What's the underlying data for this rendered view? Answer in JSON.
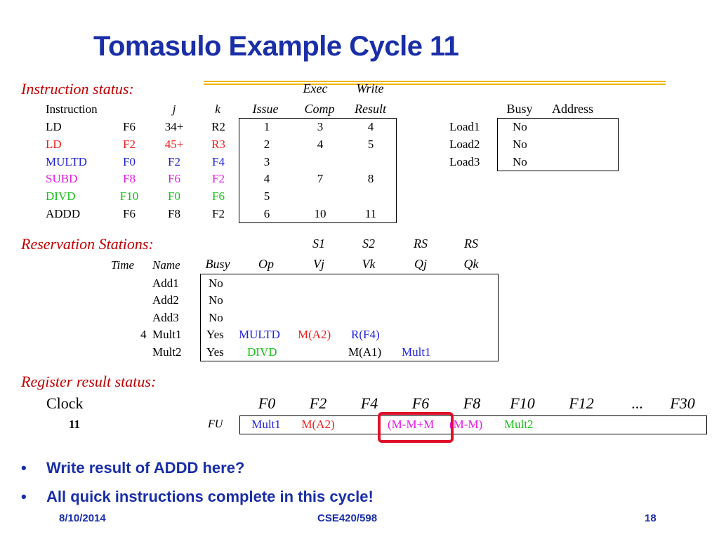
{
  "title": "Tomasulo Example Cycle 11",
  "instruction_status": {
    "heading": "Instruction status:",
    "group_exec": "Exec",
    "group_write": "Write",
    "columns": [
      "Instruction",
      "j",
      "k",
      "Issue",
      "Comp",
      "Result"
    ],
    "rows": [
      {
        "op": "LD",
        "dst": "F6",
        "j": "34+",
        "k": "R2",
        "issue": "1",
        "comp": "3",
        "result": "4",
        "color": "black"
      },
      {
        "op": "LD",
        "dst": "F2",
        "j": "45+",
        "k": "R3",
        "issue": "2",
        "comp": "4",
        "result": "5",
        "color": "red"
      },
      {
        "op": "MULTD",
        "dst": "F0",
        "j": "F2",
        "k": "F4",
        "issue": "3",
        "comp": "",
        "result": "",
        "color": "blue"
      },
      {
        "op": "SUBD",
        "dst": "F8",
        "j": "F6",
        "k": "F2",
        "issue": "4",
        "comp": "7",
        "result": "8",
        "color": "magenta"
      },
      {
        "op": "DIVD",
        "dst": "F10",
        "j": "F0",
        "k": "F6",
        "issue": "5",
        "comp": "",
        "result": "",
        "color": "green"
      },
      {
        "op": "ADDD",
        "dst": "F6",
        "j": "F8",
        "k": "F2",
        "issue": "6",
        "comp": "10",
        "result": "11",
        "color": "black"
      }
    ]
  },
  "load_buffers": {
    "columns": [
      "Busy",
      "Address"
    ],
    "rows": [
      {
        "name": "Load1",
        "busy": "No",
        "address": ""
      },
      {
        "name": "Load2",
        "busy": "No",
        "address": ""
      },
      {
        "name": "Load3",
        "busy": "No",
        "address": ""
      }
    ]
  },
  "reservation_stations": {
    "heading": "Reservation Stations:",
    "group_labels": [
      "S1",
      "S2",
      "RS",
      "RS"
    ],
    "columns": [
      "Time",
      "Name",
      "Busy",
      "Op",
      "Vj",
      "Vk",
      "Qj",
      "Qk"
    ],
    "rows": [
      {
        "time": "",
        "name": "Add1",
        "busy": "No",
        "op": "",
        "vj": "",
        "vk": "",
        "qj": "",
        "qk": ""
      },
      {
        "time": "",
        "name": "Add2",
        "busy": "No",
        "op": "",
        "vj": "",
        "vk": "",
        "qj": "",
        "qk": ""
      },
      {
        "time": "",
        "name": "Add3",
        "busy": "No",
        "op": "",
        "vj": "",
        "vk": "",
        "qj": "",
        "qk": ""
      },
      {
        "time": "4",
        "name": "Mult1",
        "busy": "Yes",
        "op": "MULTD",
        "vj": "M(A2)",
        "vk": "R(F4)",
        "qj": "",
        "qk": ""
      },
      {
        "time": "",
        "name": "Mult2",
        "busy": "Yes",
        "op": "DIVD",
        "vj": "",
        "vk": "M(A1)",
        "qj": "Mult1",
        "qk": ""
      }
    ]
  },
  "register_status": {
    "heading": "Register result status:",
    "clock_label": "Clock",
    "clock_value": "11",
    "fu_label": "FU",
    "registers": [
      "F0",
      "F2",
      "F4",
      "F6",
      "F8",
      "F10",
      "F12",
      "...",
      "F30"
    ],
    "values": [
      "Mult1",
      "M(A2)",
      "",
      "(M-M+M",
      "(M-M)",
      "Mult2",
      "",
      "",
      ""
    ]
  },
  "bullets": [
    "Write result of ADDD here?",
    "All quick instructions complete in this cycle!"
  ],
  "bullet_char": "•",
  "footer": {
    "date": "8/10/2014",
    "course": "CSE420/598",
    "page": "18"
  },
  "colors": {
    "title": "#1a2ea8",
    "section": "#c00000",
    "accent_line": "#f2b600",
    "highlight": "#e0102a"
  }
}
